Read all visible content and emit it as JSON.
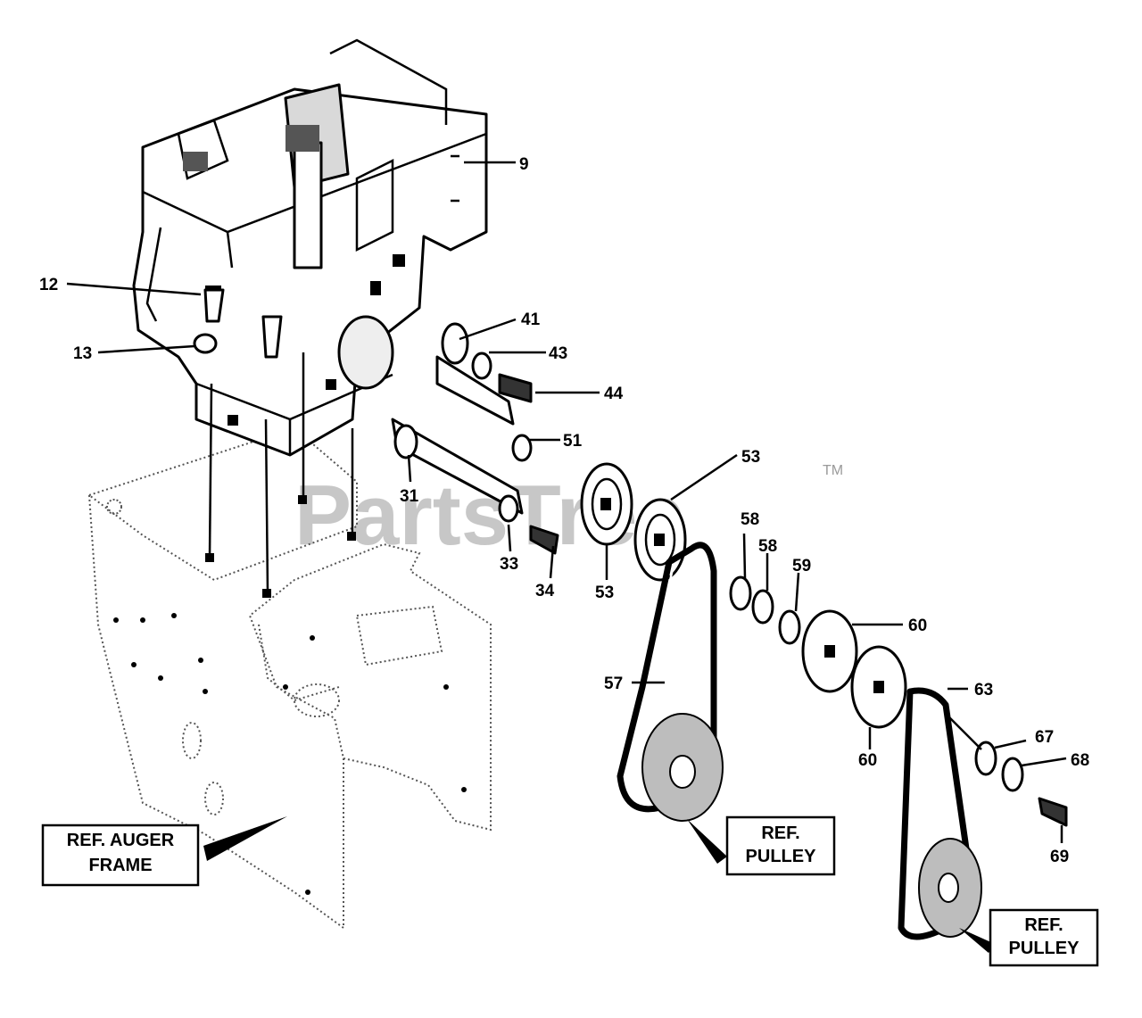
{
  "watermark": {
    "text": "PartsTree",
    "trademark": "TM"
  },
  "callouts": [
    {
      "id": "9",
      "label": "9"
    },
    {
      "id": "12",
      "label": "12"
    },
    {
      "id": "13",
      "label": "13"
    },
    {
      "id": "41",
      "label": "41"
    },
    {
      "id": "43",
      "label": "43"
    },
    {
      "id": "44",
      "label": "44"
    },
    {
      "id": "51",
      "label": "51"
    },
    {
      "id": "31",
      "label": "31"
    },
    {
      "id": "33",
      "label": "33"
    },
    {
      "id": "34",
      "label": "34"
    },
    {
      "id": "53a",
      "label": "53"
    },
    {
      "id": "53b",
      "label": "53"
    },
    {
      "id": "58a",
      "label": "58"
    },
    {
      "id": "58b",
      "label": "58"
    },
    {
      "id": "59",
      "label": "59"
    },
    {
      "id": "60a",
      "label": "60"
    },
    {
      "id": "60b",
      "label": "60"
    },
    {
      "id": "57",
      "label": "57"
    },
    {
      "id": "63",
      "label": "63"
    },
    {
      "id": "67",
      "label": "67"
    },
    {
      "id": "68",
      "label": "68"
    },
    {
      "id": "69",
      "label": "69"
    }
  ],
  "references": {
    "auger_frame": {
      "line1": "REF. AUGER",
      "line2": "FRAME"
    },
    "pulley_1": {
      "line1": "REF.",
      "line2": "PULLEY"
    },
    "pulley_2": {
      "line1": "REF.",
      "line2": "PULLEY"
    }
  }
}
